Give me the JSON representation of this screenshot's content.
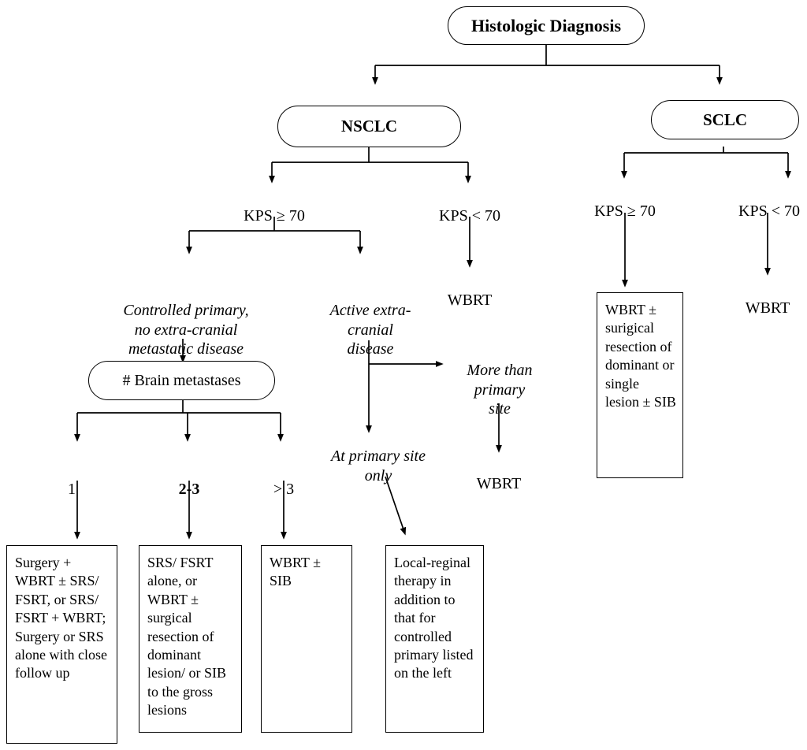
{
  "diagram": {
    "title": "Histologic Diagnosis",
    "type": "clinical-decision-flowchart"
  },
  "nodes": {
    "root": {
      "label": "Histologic Diagnosis"
    },
    "nsclc": {
      "label": "NSCLC"
    },
    "sclc": {
      "label": "SCLC"
    },
    "nsclc_kps_high": {
      "label": "KPS ≥ 70"
    },
    "nsclc_kps_low": {
      "label": "KPS < 70"
    },
    "sclc_kps_high": {
      "label": "KPS ≥ 70"
    },
    "sclc_kps_low": {
      "label": "KPS < 70"
    },
    "nsclc_low_wbrt": {
      "label": "WBRT"
    },
    "sclc_low_wbrt": {
      "label": "WBRT"
    },
    "controlled_primary": {
      "label": "Controlled primary,\nno extra-cranial\nmetastatic disease"
    },
    "active_extracranial": {
      "label": "Active extra-\ncranial\ndisease"
    },
    "brain_mets": {
      "label": "# Brain metastases"
    },
    "count_one": {
      "label": "1"
    },
    "count_two_three": {
      "label": "2-3"
    },
    "count_more_three": {
      "label": "> 3"
    },
    "at_primary_site": {
      "label": "At primary site\nonly"
    },
    "more_than_primary": {
      "label": "More than\nprimary\nsite"
    },
    "more_than_primary_wbrt": {
      "label": "WBRT"
    },
    "outcome_one": {
      "label": "Surgery + WBRT ± SRS/ FSRT, or SRS/ FSRT + WBRT; Surgery or SRS alone with close follow up"
    },
    "outcome_two_three": {
      "label": "SRS/ FSRT alone, or WBRT ± surgical resection of dominant lesion/ or SIB to the gross lesions"
    },
    "outcome_more_three": {
      "label": "WBRT ± SIB"
    },
    "outcome_local_regional": {
      "label": "Local-reginal therapy in addition to that for controlled primary listed on the left"
    },
    "sclc_treatment": {
      "label": "WBRT ± surigical resection of dominant or single lesion ± SIB"
    }
  },
  "colors": {
    "stroke": "#000000",
    "background": "#ffffff",
    "text": "#000000"
  }
}
